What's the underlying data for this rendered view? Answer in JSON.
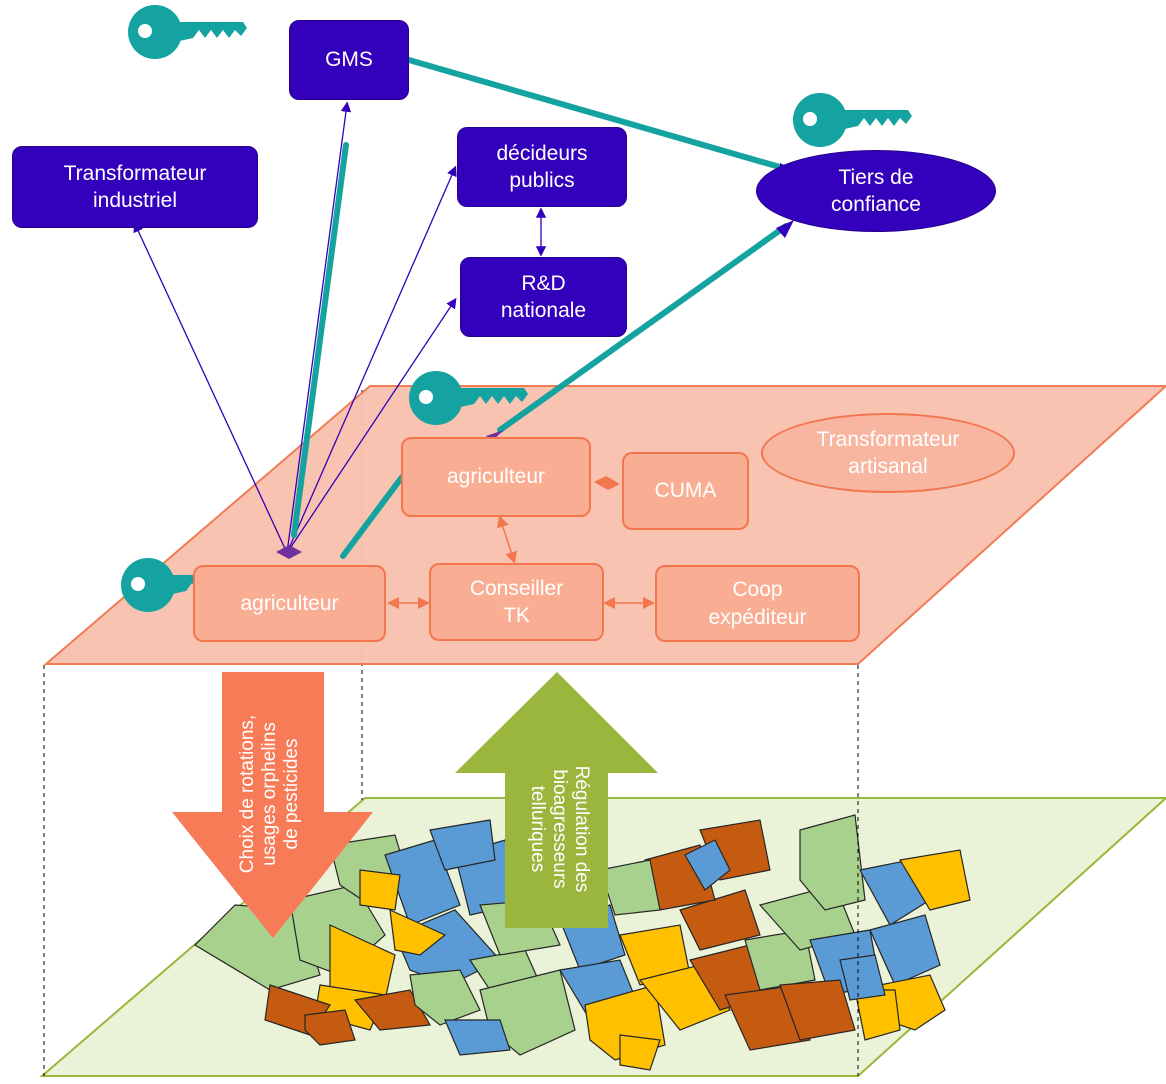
{
  "nodes": {
    "gms": "GMS",
    "transformateur_industriel": [
      "Transformateur",
      "industriel"
    ],
    "decideurs_publics": [
      "décideurs",
      "publics"
    ],
    "rd_nationale": [
      "R&D",
      "nationale"
    ],
    "tiers_de_confiance": [
      "Tiers de",
      "confiance"
    ],
    "transformateur_artisanal": [
      "Transformateur",
      "artisanal"
    ],
    "agriculteur_top": "agriculteur",
    "cuma": "CUMA",
    "agriculteur_left": "agriculteur",
    "conseiller_tk": [
      "Conseiller",
      "TK"
    ],
    "coop_expediteur": [
      "Coop",
      "expéditeur"
    ]
  },
  "flows": {
    "down": [
      "Choix de rotations,",
      "usages orphelins",
      "de pesticides"
    ],
    "up": [
      "Régulation des",
      "bioagresseurs",
      "telluriques"
    ]
  },
  "colors": {
    "actor": "#3300bb",
    "local_actor": "#f9ad92",
    "local_plane": "#f8c0ad",
    "field_plane": "#eaf2d8",
    "trust_link": "#14a3a1",
    "down_arrow": "#f77b57",
    "up_arrow": "#9bb63c",
    "parcel_green": "#a9d18e",
    "parcel_blue": "#5b9bd5",
    "parcel_yellow": "#ffc000",
    "parcel_brown": "#c55a11"
  },
  "icons": [
    "key-icon"
  ]
}
